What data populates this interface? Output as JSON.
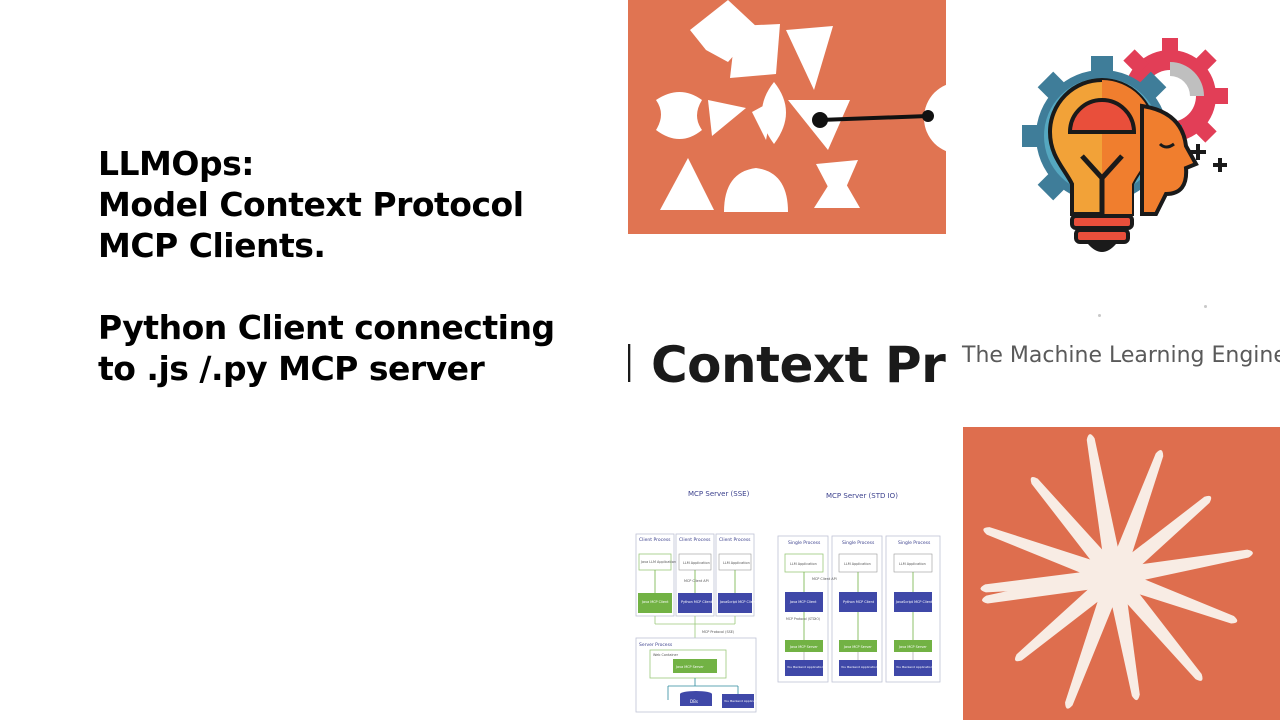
{
  "slide": {
    "title_lines": [
      "LLMOps:",
      "Model Context Protocol",
      "MCP Clients."
    ],
    "subtitle_lines": [
      "Python Client connecting",
      "to .js /.py MCP server"
    ]
  },
  "crops": {
    "context_text": "el Context Pro",
    "mle_text": "The Machine Learning Engine"
  },
  "diagram": {
    "sse_title": "MCP Server (SSE)",
    "stdio_title": "MCP Server (STD IO)",
    "client_process": "Client Process",
    "single_process": "Single Process",
    "server_process": "Server Process",
    "java_llm_app": "Java LLM Application",
    "llm_app": "LLM Application",
    "mcp_client_api": "MCP Client API",
    "java_mcp_client": "Java MCP Client",
    "python_mcp_client": "Python MCP Client",
    "js_mcp_client": "JavaScript MCP Client",
    "mcp_protocol_sse": "MCP Protocol (SSE)",
    "mcp_protocol_stdio": "MCP Protocol (STDIO)",
    "web_container": "Web Container",
    "java_mcp_server": "Java MCP Server",
    "dbs": "DBs",
    "backend": "You Backend Applications"
  },
  "colors": {
    "orange_tile": "#e07452",
    "orange_burst": "#de6e4e",
    "mcp_green": "#72b244",
    "mcp_blue": "#3f48a8"
  }
}
